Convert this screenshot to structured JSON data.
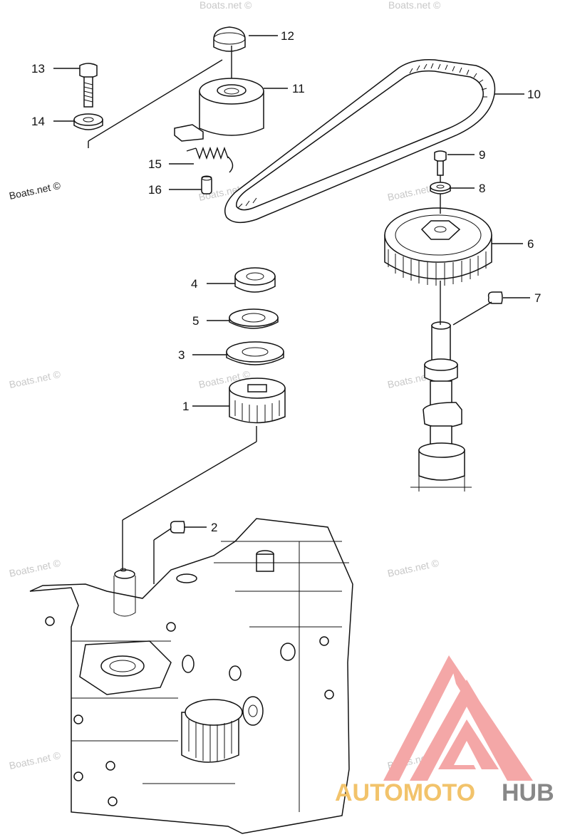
{
  "watermarks": {
    "primary": "Boats.net ©",
    "faded": "Boats.net ©"
  },
  "callouts": [
    {
      "id": "1",
      "label": "1"
    },
    {
      "id": "2",
      "label": "2"
    },
    {
      "id": "3",
      "label": "3"
    },
    {
      "id": "4",
      "label": "4"
    },
    {
      "id": "5",
      "label": "5"
    },
    {
      "id": "6",
      "label": "6"
    },
    {
      "id": "7",
      "label": "7"
    },
    {
      "id": "8",
      "label": "8"
    },
    {
      "id": "9",
      "label": "9"
    },
    {
      "id": "10",
      "label": "10"
    },
    {
      "id": "11",
      "label": "11"
    },
    {
      "id": "12",
      "label": "12"
    },
    {
      "id": "13",
      "label": "13"
    },
    {
      "id": "14",
      "label": "14"
    },
    {
      "id": "15",
      "label": "15"
    },
    {
      "id": "16",
      "label": "16"
    }
  ],
  "logo": {
    "part1": "AUTOMOTO",
    "part2": "HUB",
    "color_primary": "#f4a7a7",
    "color_accent": "#f2c36b",
    "color_dark": "#888888"
  }
}
